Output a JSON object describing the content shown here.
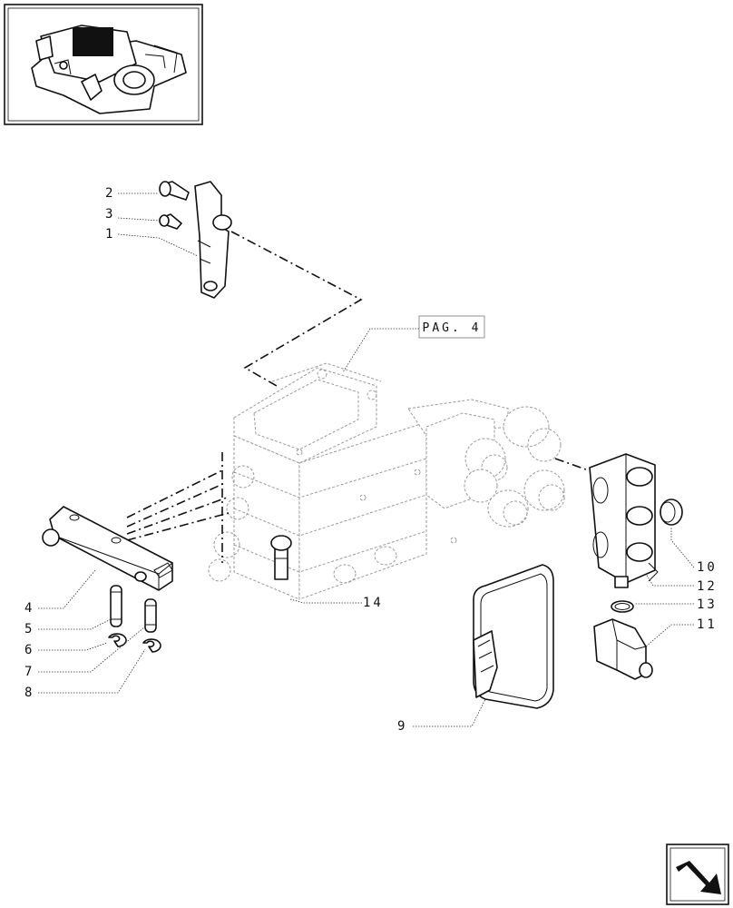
{
  "page_reference": "PAG. 4",
  "callouts": {
    "c1": "1",
    "c2": "2",
    "c3": "3",
    "c4": "4",
    "c5": "5",
    "c6": "6",
    "c7": "7",
    "c8": "8",
    "c9": "9",
    "c10": "10",
    "c11": "11",
    "c12": "12",
    "c13": "13",
    "c14": "14"
  },
  "icons": {
    "thumbnail": "component-location-thumbnail",
    "navigation": "next-page-arrow-icon"
  }
}
